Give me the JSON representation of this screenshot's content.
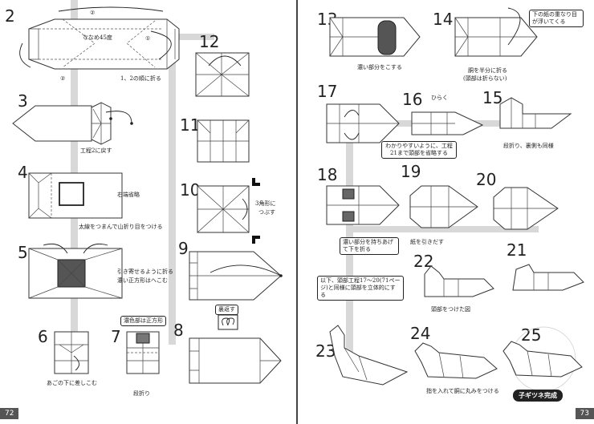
{
  "left_page": {
    "page_number": "72",
    "steps": [
      {
        "num": "2",
        "notes": [
          "ななめ45度",
          "1、2の順に折る"
        ],
        "markers": [
          "②",
          "①",
          "②"
        ]
      },
      {
        "num": "3",
        "notes": [
          "工程2に戻す"
        ]
      },
      {
        "num": "4",
        "notes": [
          "右端省略",
          "太線をつまんで山折り目をつける"
        ]
      },
      {
        "num": "5",
        "notes": [
          "引き寄せるように折る",
          "濃い正方形はへこむ"
        ]
      },
      {
        "num": "6",
        "notes": [
          "あごの下に差しこむ"
        ]
      },
      {
        "num": "7",
        "notes": [
          "段折り"
        ],
        "box": "濃色部は正方形"
      },
      {
        "num": "8",
        "notes": [],
        "box": "裏返す"
      },
      {
        "num": "9",
        "notes": []
      },
      {
        "num": "10",
        "notes": [
          "3角形に",
          "つぶす"
        ]
      },
      {
        "num": "11",
        "notes": []
      },
      {
        "num": "12",
        "notes": []
      }
    ]
  },
  "right_page": {
    "page_number": "73",
    "steps": [
      {
        "num": "13",
        "notes": [
          "濃い部分をこする"
        ]
      },
      {
        "num": "14",
        "notes": [
          "胴を半分に折る",
          "(頭部は折らない)"
        ],
        "box": "下の紙の重なり目が浮いてくる"
      },
      {
        "num": "15",
        "notes": [
          "段折り、裏側も同様"
        ]
      },
      {
        "num": "16",
        "notes": [
          "ひらく"
        ],
        "box": "わかりやすいように、工程21まで頭部を省略する"
      },
      {
        "num": "17",
        "notes": []
      },
      {
        "num": "18",
        "notes": [],
        "box": "濃い部分を持ちあげて下を折る"
      },
      {
        "num": "19",
        "notes": [
          "紙を引きだす"
        ]
      },
      {
        "num": "20",
        "notes": []
      },
      {
        "num": "21",
        "notes": []
      },
      {
        "num": "22",
        "notes": [
          "頭部をつけた図"
        ]
      },
      {
        "num": "23",
        "notes": []
      },
      {
        "num": "24",
        "notes": [
          "指を入れて胴に丸みをつける"
        ]
      },
      {
        "num": "25",
        "notes": []
      }
    ],
    "reference_box": "以下、頭部工程17〜20(71ページ)と同様に頭部を立体的にする",
    "final_label": "子ギツネ完成"
  }
}
